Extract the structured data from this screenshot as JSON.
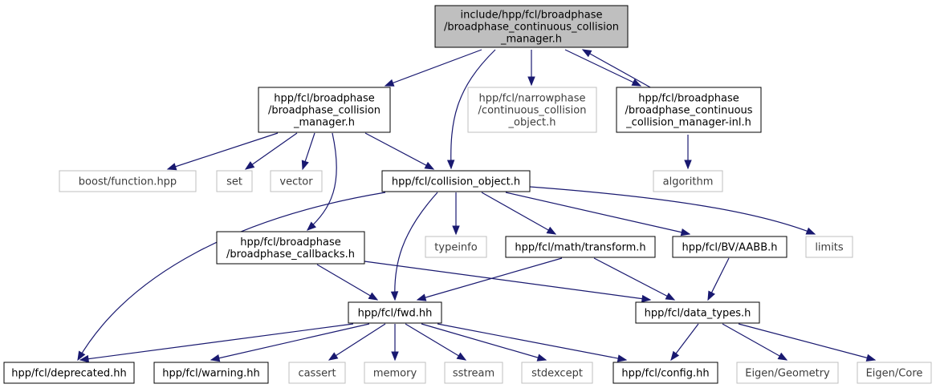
{
  "graph": {
    "nodes": {
      "root": {
        "lines": [
          "include/hpp/fcl/broadphase",
          "/broadphase_continuous_collision",
          "_manager.h"
        ],
        "kind": "root"
      },
      "bcm": {
        "lines": [
          "hpp/fcl/broadphase",
          "/broadphase_collision",
          "_manager.h"
        ],
        "kind": "internal"
      },
      "nco": {
        "lines": [
          "hpp/fcl/narrowphase",
          "/continuous_collision",
          "_object.h"
        ],
        "kind": "external"
      },
      "bccmi": {
        "lines": [
          "hpp/fcl/broadphase",
          "/broadphase_continuous",
          "_collision_manager-inl.h"
        ],
        "kind": "internal"
      },
      "bfun": {
        "lines": [
          "boost/function.hpp"
        ],
        "kind": "external"
      },
      "set": {
        "lines": [
          "set"
        ],
        "kind": "external"
      },
      "vector": {
        "lines": [
          "vector"
        ],
        "kind": "external"
      },
      "co": {
        "lines": [
          "hpp/fcl/collision_object.h"
        ],
        "kind": "internal"
      },
      "algo": {
        "lines": [
          "algorithm"
        ],
        "kind": "external"
      },
      "bcb": {
        "lines": [
          "hpp/fcl/broadphase",
          "/broadphase_callbacks.h"
        ],
        "kind": "internal"
      },
      "typeinfo": {
        "lines": [
          "typeinfo"
        ],
        "kind": "external"
      },
      "mtr": {
        "lines": [
          "hpp/fcl/math/transform.h"
        ],
        "kind": "internal"
      },
      "aabb": {
        "lines": [
          "hpp/fcl/BV/AABB.h"
        ],
        "kind": "internal"
      },
      "limits": {
        "lines": [
          "limits"
        ],
        "kind": "external"
      },
      "fwd": {
        "lines": [
          "hpp/fcl/fwd.hh"
        ],
        "kind": "internal"
      },
      "dt": {
        "lines": [
          "hpp/fcl/data_types.h"
        ],
        "kind": "internal"
      },
      "dep": {
        "lines": [
          "hpp/fcl/deprecated.hh"
        ],
        "kind": "internal"
      },
      "warn": {
        "lines": [
          "hpp/fcl/warning.hh"
        ],
        "kind": "internal"
      },
      "cassert": {
        "lines": [
          "cassert"
        ],
        "kind": "external"
      },
      "memory": {
        "lines": [
          "memory"
        ],
        "kind": "external"
      },
      "sstream": {
        "lines": [
          "sstream"
        ],
        "kind": "external"
      },
      "stdexcept": {
        "lines": [
          "stdexcept"
        ],
        "kind": "external"
      },
      "config": {
        "lines": [
          "hpp/fcl/config.hh"
        ],
        "kind": "internal"
      },
      "eigeo": {
        "lines": [
          "Eigen/Geometry"
        ],
        "kind": "external"
      },
      "eicore": {
        "lines": [
          "Eigen/Core"
        ],
        "kind": "external"
      }
    },
    "edges": [
      [
        "root",
        "bcm"
      ],
      [
        "root",
        "co"
      ],
      [
        "root",
        "nco"
      ],
      [
        "root",
        "bccmi"
      ],
      [
        "bccmi",
        "root"
      ],
      [
        "bcm",
        "bfun"
      ],
      [
        "bcm",
        "set"
      ],
      [
        "bcm",
        "vector"
      ],
      [
        "bcm",
        "co"
      ],
      [
        "bcm",
        "bcb"
      ],
      [
        "bccmi",
        "algo"
      ],
      [
        "co",
        "dep"
      ],
      [
        "co",
        "fwd"
      ],
      [
        "co",
        "typeinfo"
      ],
      [
        "co",
        "mtr"
      ],
      [
        "co",
        "aabb"
      ],
      [
        "co",
        "limits"
      ],
      [
        "bcb",
        "fwd"
      ],
      [
        "bcb",
        "dt"
      ],
      [
        "mtr",
        "fwd"
      ],
      [
        "mtr",
        "dt"
      ],
      [
        "aabb",
        "dt"
      ],
      [
        "fwd",
        "dep"
      ],
      [
        "fwd",
        "warn"
      ],
      [
        "fwd",
        "cassert"
      ],
      [
        "fwd",
        "memory"
      ],
      [
        "fwd",
        "sstream"
      ],
      [
        "fwd",
        "stdexcept"
      ],
      [
        "fwd",
        "config"
      ],
      [
        "dt",
        "config"
      ],
      [
        "dt",
        "eigeo"
      ],
      [
        "dt",
        "eicore"
      ]
    ]
  }
}
